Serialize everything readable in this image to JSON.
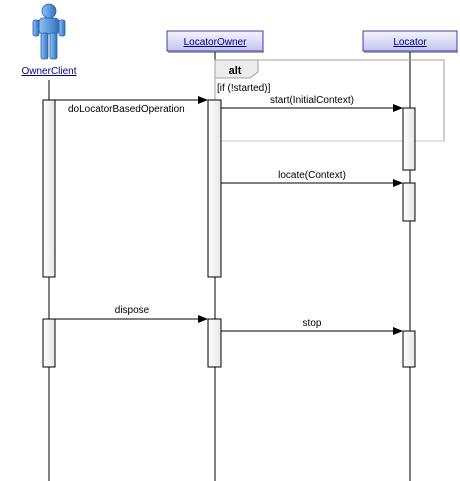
{
  "participants": {
    "client": "OwnerClient",
    "owner": "LocatorOwner",
    "locator": "Locator"
  },
  "fragment": {
    "operator": "alt",
    "guard": "[if (!started)]"
  },
  "messages": {
    "m1": "doLocatorBasedOperation",
    "m2": "start(InitialContext)",
    "m3": "locate(Context)",
    "m4": "dispose",
    "m5": "stop"
  },
  "colors": {
    "header_fill_top": "#f2f2ff",
    "header_fill_bottom": "#c8c8ee",
    "header_border": "#4040a0",
    "actor_blue": "#4a8ed8",
    "fragment_border": "#999999",
    "fragment_tab": "#e8e8e8"
  }
}
